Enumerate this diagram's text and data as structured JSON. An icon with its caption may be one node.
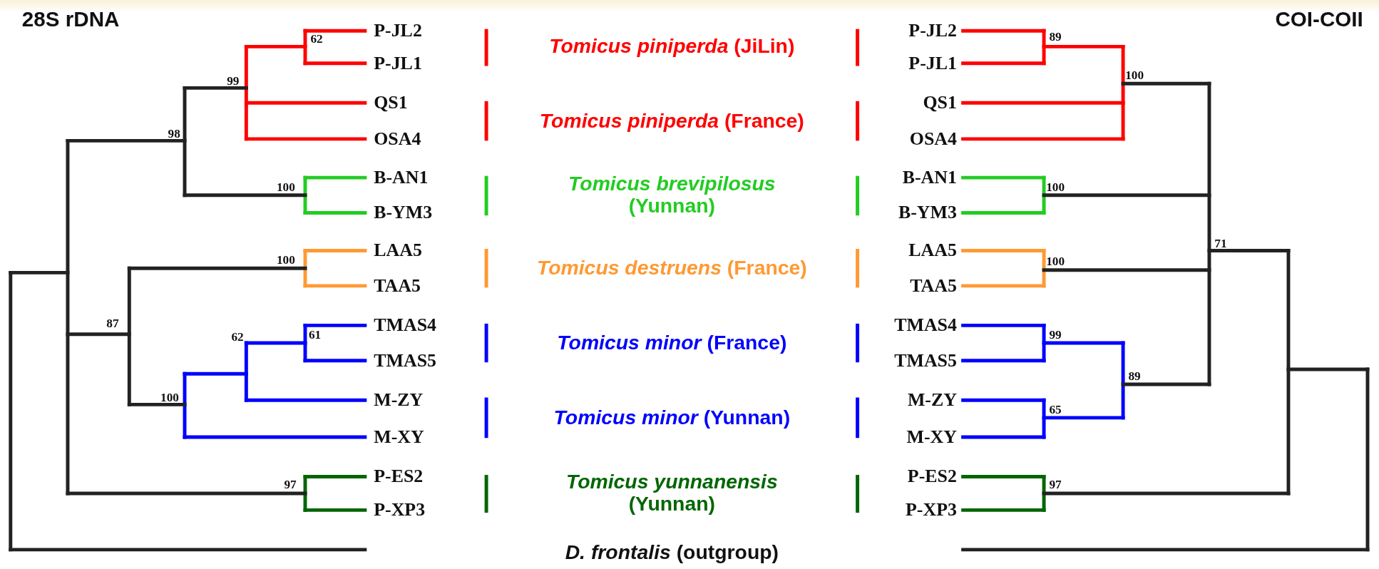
{
  "diagram": {
    "labels": [
      "28S rDNA",
      "COI-COII",
      "P-JL2",
      "P-JL1",
      "QS1",
      "OSA4",
      "B-AN1",
      "B-YM3",
      "LAA5",
      "TAA5",
      "TMAS4",
      "TMAS5",
      "M-ZY",
      "M-XY",
      "P-ES2",
      "P-XP3",
      "*Tomicus piniperda* (JiLin)",
      "*Tomicus piniperda* (France)",
      "*Tomicus brevipilosus* (Yunnan)",
      "*Tomicus destruens* (France)",
      "*Tomicus minor* (France)",
      "*Tomicus minor* (Yunnan)",
      "*Tomicus yunnanensis* (Yunnan)",
      "*D. frontalis* (outgroup)",
      "P-JL2",
      "P-JL1",
      "QS1",
      "OSA4",
      "B-AN1",
      "B-YM3",
      "LAA5",
      "TAA5",
      "TMAS4",
      "TMAS5",
      "M-ZY",
      "M-XY",
      "P-ES2",
      "P-XP3",
      "62",
      "99",
      "98",
      "100",
      "100",
      "61",
      "62",
      "100",
      "87",
      "97",
      "89",
      "100",
      "100",
      "100",
      "71",
      "99",
      "65",
      "89",
      "97"
    ]
  }
}
